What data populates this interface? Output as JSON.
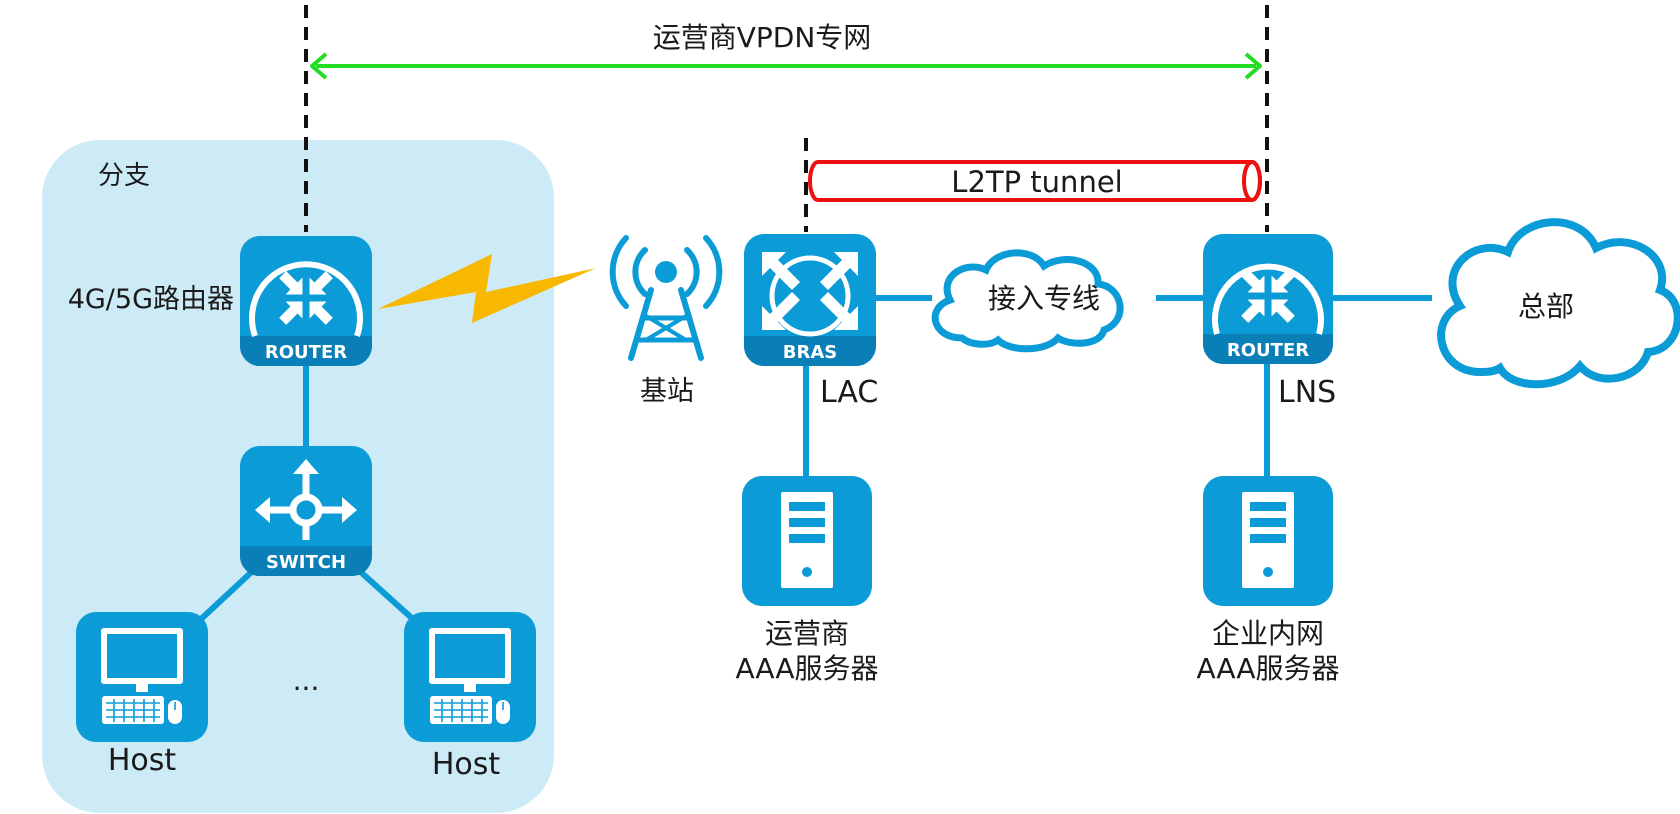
{
  "labels": {
    "vpdn": "运营商VPDN专网",
    "branch": "分支",
    "router_4g5g": "4G/5G路由器",
    "l2tp_tunnel": "L2TP tunnel",
    "base_station": "基站",
    "lac": "LAC",
    "lns": "LNS",
    "access_line": "接入专线",
    "headquarters": "总部",
    "ellipsis": "...",
    "host_left": "Host",
    "host_right": "Host",
    "carrier_aaa_line1": "运营商",
    "carrier_aaa_line2": "AAA服务器",
    "enterprise_aaa_line1": "企业内网",
    "enterprise_aaa_line2": "AAA服务器"
  },
  "devices": {
    "branch_router": "ROUTER",
    "switch": "SWITCH",
    "bras": "BRAS",
    "lns_router": "ROUTER"
  },
  "colors": {
    "device_blue": "#0b9bd7",
    "device_dark": "#0a7fb7",
    "branch_bg": "#cdebf6",
    "vpdn_arrow": "#22dd22",
    "tunnel": "#ee1111",
    "lightning": "#f8b800"
  },
  "icons": {
    "router": "router-icon",
    "switch": "switch-icon",
    "bras": "bras-icon",
    "server": "server-icon",
    "host": "host-computer-icon",
    "tower": "radio-tower-icon",
    "cloud": "cloud-icon",
    "lightning": "lightning-icon"
  }
}
